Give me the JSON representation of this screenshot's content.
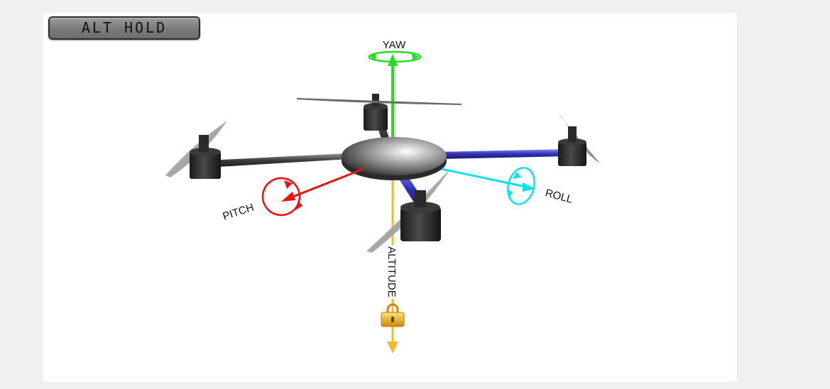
{
  "mode": {
    "label": "ALT HOLD"
  },
  "axes": {
    "yaw": {
      "label": "YAW",
      "color": "#22dd22"
    },
    "pitch": {
      "label": "PITCH",
      "color": "#ee1111"
    },
    "roll": {
      "label": "ROLL",
      "color": "#11e0ee"
    },
    "altitude": {
      "label": "ALTITUDE",
      "color": "#f5b82e"
    }
  },
  "icons": {
    "lock": "lock-icon"
  },
  "colors": {
    "frame_arm_front": "#3a3ac8",
    "frame_arm_back": "#555555",
    "body": "#9a9a9a"
  }
}
